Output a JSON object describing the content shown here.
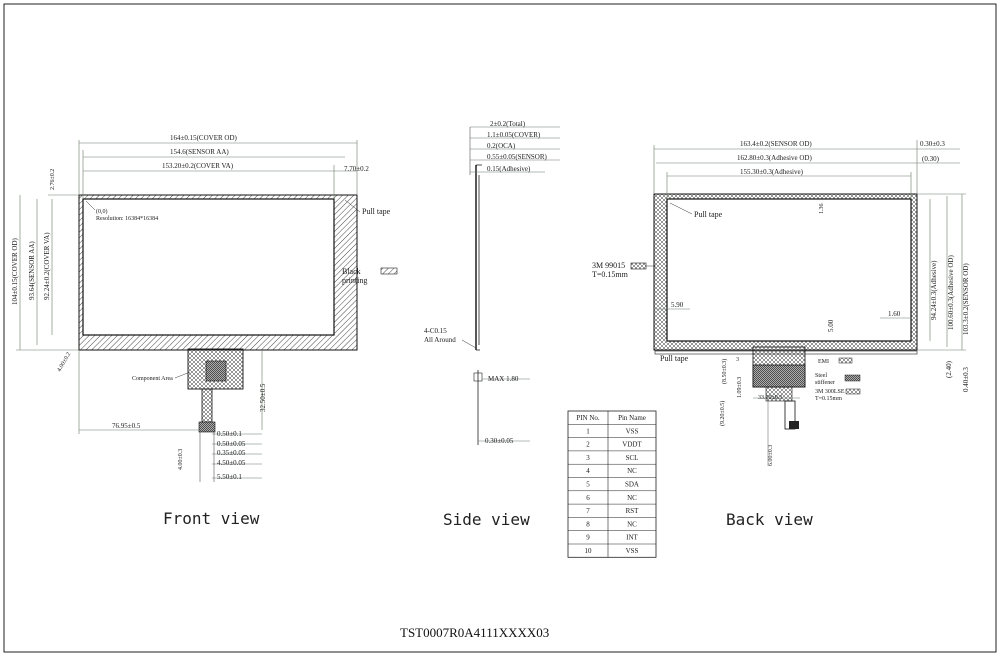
{
  "drawing_number": "TST0007R0A4111XXXX03",
  "views": {
    "front": "Front view",
    "side": "Side view",
    "back": "Back view"
  },
  "front": {
    "dim_cover_od_w": "164±0.15(COVER OD)",
    "dim_sensor_aa_w": "154.6(SENSOR AA)",
    "dim_cover_va_w": "153.20±0.2(COVER VA)",
    "dim_top_gap": "2.76±0.2",
    "dim_right_gap": "7.70±0.2",
    "dim_cover_od_h": "104±0.15(COVER OD)",
    "dim_sensor_aa_h": "93.64(SENSOR AA)",
    "dim_cover_va_h": "92.24±0.2(COVER VA)",
    "origin": "(0,0)",
    "resolution": "Resolution: 16384*16384",
    "pull_tape": "Pull tape",
    "black": "Black",
    "printing": "printing",
    "corner_dim": "4.00±0.2",
    "component_area": "Component Area",
    "dim_fpc_offset": "76.95±0.5",
    "dim_fpc_len": "32.50±0.5",
    "dim_4": "4.00±0.3",
    "dim_050a": "0.50±0.1",
    "dim_050b": "0.50±0.05",
    "dim_035": "0.35±0.05",
    "dim_450": "4.50±0.05",
    "dim_550": "5.50±0.1"
  },
  "side": {
    "dim_total": "2±0.2(Total)",
    "dim_cover": "1.1±0.05(COVER)",
    "dim_oca": "0.2(OCA)",
    "dim_sensor": "0.55±0.05(SENSOR)",
    "dim_adhesive": "0.15(Adhesive)",
    "chamfer": "4-C0.15",
    "chamfer2": "All Around",
    "max": "MAX 1.80",
    "dim_bottom": "0.30±0.05"
  },
  "back": {
    "dim_sensor_od_w": "163.4±0.2(SENSOR OD)",
    "dim_right_a": "0.30±0.3",
    "dim_adh_od_w": "162.80±0.3(Adhesive OD)",
    "dim_right_b": "(0.30)",
    "dim_adh_w": "155.30±0.3(Adhesive)",
    "pull_tape": "Pull tape",
    "dim_136": "1.36",
    "tape_name": "3M 99015",
    "tape_t": "T=0.15mm",
    "dim_590": "5.90",
    "dim_500": "5.00",
    "dim_160": "1.60",
    "dim_adh_h": "94.24±0.3(Adhesive)",
    "dim_adh_od_h": "100.60±0.3(Adhesive OD)",
    "dim_sensor_od_h": "103.3±0.2(SENSOR OD)",
    "dim_240": "(2.40)",
    "dim_040": "0.40±0.3",
    "pull_tape2": "Pull tape",
    "emi": "EMI",
    "steel": "Steel",
    "stiffener": "stiffener",
    "tape2": "3M 300LSE",
    "tape2_t": "T=0.15mm",
    "dim_850": "(8.50±0.3)",
    "dim_109": "1.09±0.3",
    "dim_3310": "33.10±0.3",
    "dim_920": "(9.20±0.5)",
    "dim_600": "6.00±0.3",
    "dim_3": "3"
  },
  "pin_table": {
    "headers": [
      "PIN No.",
      "Pin Name"
    ],
    "rows": [
      [
        "1",
        "VSS"
      ],
      [
        "2",
        "VDDT"
      ],
      [
        "3",
        "SCL"
      ],
      [
        "4",
        "NC"
      ],
      [
        "5",
        "SDA"
      ],
      [
        "6",
        "NC"
      ],
      [
        "7",
        "RST"
      ],
      [
        "8",
        "NC"
      ],
      [
        "9",
        "INT"
      ],
      [
        "10",
        "VSS"
      ]
    ]
  }
}
